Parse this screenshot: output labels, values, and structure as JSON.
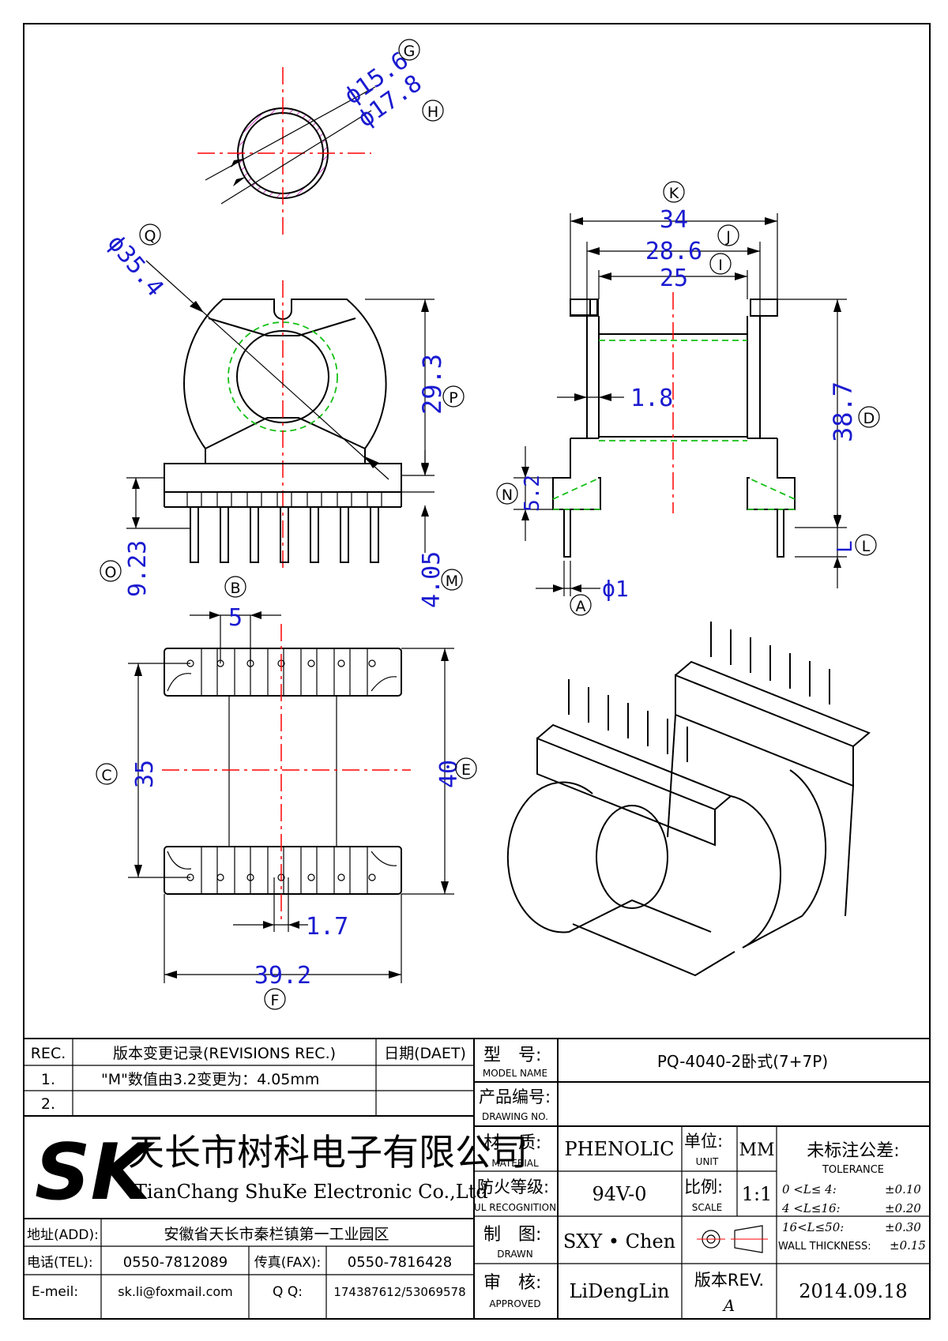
{
  "dims": {
    "g": "ϕ15.6",
    "h": "ϕ17.8",
    "q": "ϕ35.4",
    "k": "34",
    "j": "28.6",
    "i": "25",
    "p": "29.3",
    "d": "38.7",
    "wall": "1.8",
    "n": "5.2",
    "l": "L",
    "pin": "ϕ1",
    "o": "9.23",
    "m": "4.05",
    "b": "5",
    "c": "35",
    "e": "40",
    "pin_w": "1.7",
    "f": "39.2"
  },
  "letters": {
    "g": "G",
    "h": "H",
    "q": "Q",
    "k": "K",
    "j": "J",
    "i": "I",
    "p": "P",
    "d": "D",
    "n": "N",
    "l": "L",
    "a": "A",
    "o": "O",
    "m": "M",
    "b": "B",
    "c": "C",
    "e": "E",
    "f": "F"
  },
  "revisions": {
    "h_rec": "REC.",
    "h_desc": "版本变更记录(REVISIONS REC.)",
    "h_date": "日期(DAET)",
    "rows": [
      {
        "no": "1.",
        "desc": "\"M\"数值由3.2变更为：4.05mm",
        "date": ""
      },
      {
        "no": "2.",
        "desc": "",
        "date": ""
      }
    ]
  },
  "company": {
    "logo": "SK",
    "name_cn": "天长市树科电子有限公司",
    "name_en": "TianChang ShuKe Electronic Co.,Ltd"
  },
  "contact": {
    "addr_label": "地址(ADD):",
    "addr": "安徽省天长市秦栏镇第一工业园区",
    "tel_label": "电话(TEL):",
    "tel": "0550-7812089",
    "fax_label": "传真(FAX):",
    "fax": "0550-7816428",
    "mail_label": "E-meil:",
    "mail": "sk.li@foxmail.com",
    "qq_label": "Q Q:",
    "qq": "174387612/53069578"
  },
  "title_block": {
    "model_cn": "型　号:",
    "model_en": "MODEL NAME",
    "model": "PQ-4040-2卧式(7+7P)",
    "drawing_cn": "产品编号:",
    "drawing_en": "DRAWING NO.",
    "drawing": "",
    "material_cn": "材　质:",
    "material_en": "MATERIAL",
    "material": "PHENOLIC",
    "unit_cn": "单位:",
    "unit_en": "UNIT",
    "unit": "MM",
    "ul_cn": "防火等级:",
    "ul_en": "UL RECOGNITION",
    "ul": "94V-0",
    "scale_cn": "比例:",
    "scale_en": "SCALE",
    "scale": "1:1",
    "drawn_cn": "制　图:",
    "drawn_en": "DRAWN",
    "drawn": "SXY • Chen",
    "approved_cn": "审　核:",
    "approved_en": "APPROVED",
    "approved": "LiDengLin",
    "rev_label": "版本REV.",
    "rev": "A",
    "date": "2014.09.18",
    "tol_cn": "未标注公差:",
    "tol_en": "TOLERANCE",
    "tol_rows": [
      {
        "range": "0 <L≤ 4:",
        "val": "±0.10"
      },
      {
        "range": "4 <L≤16:",
        "val": "±0.20"
      },
      {
        "range": "16<L≤50:",
        "val": "±0.30"
      }
    ],
    "wall_label": "WALL THICKNESS:",
    "wall_val": "±0.15"
  }
}
